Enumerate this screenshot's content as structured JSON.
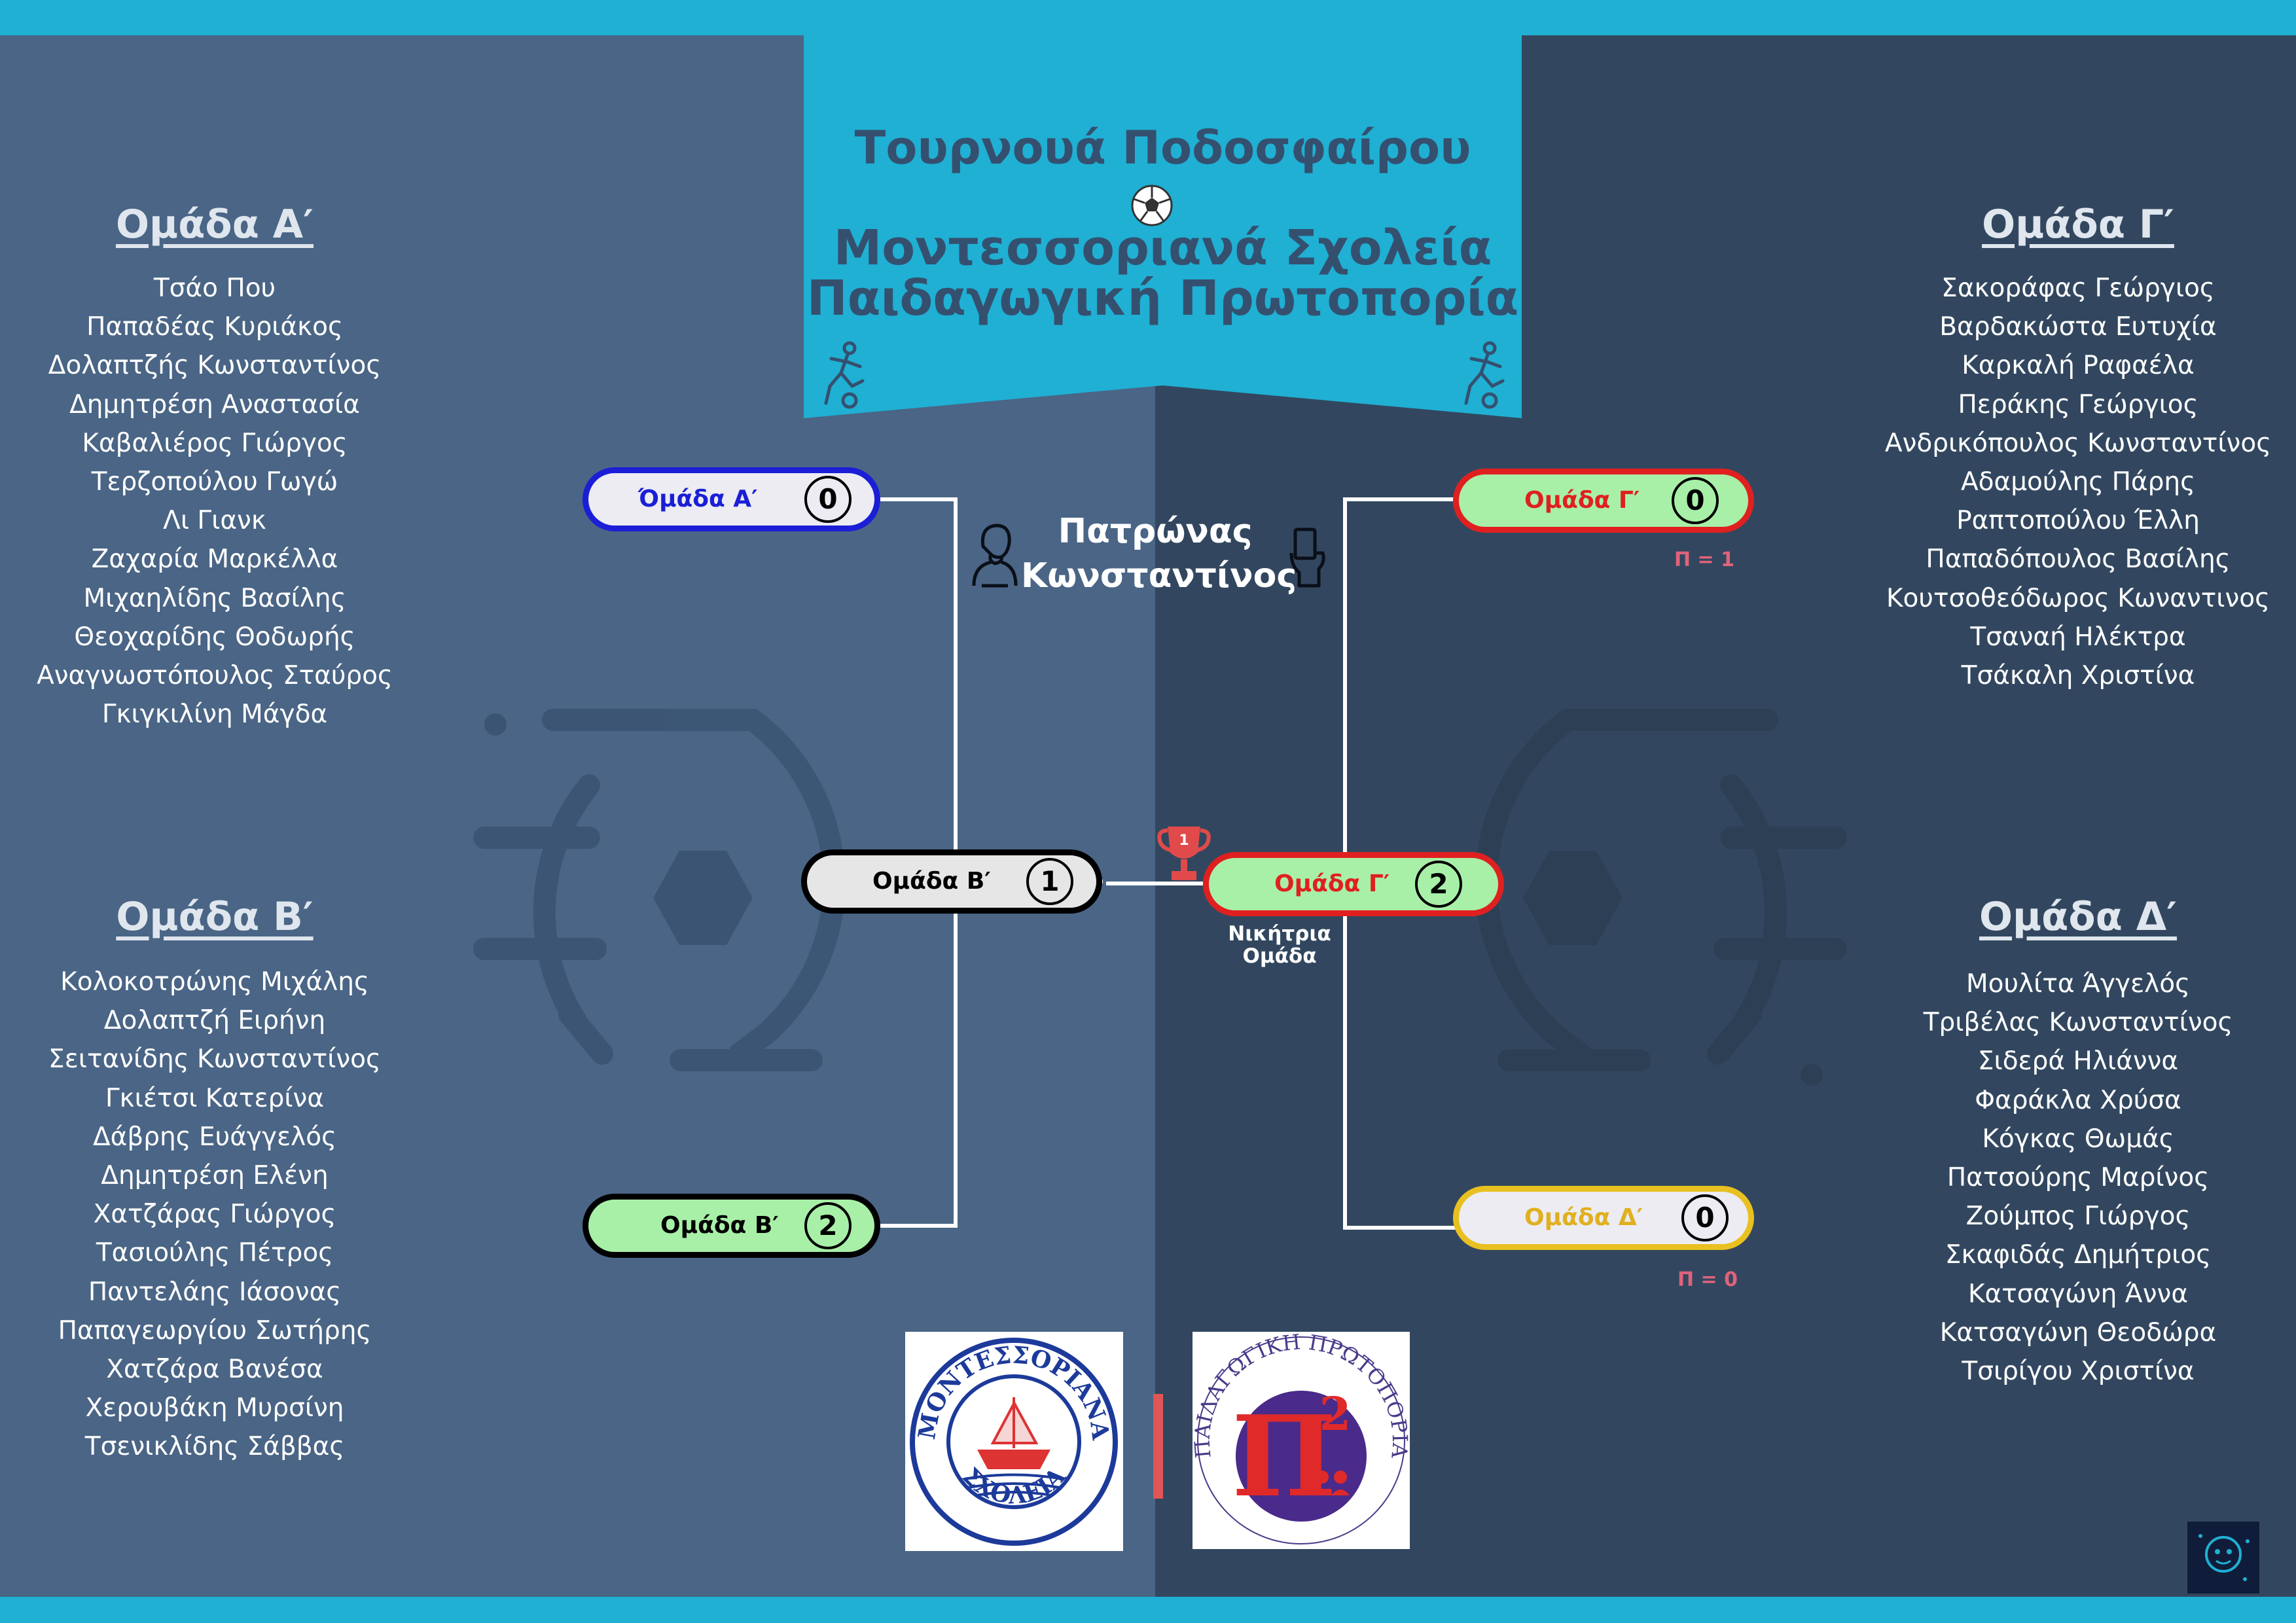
{
  "title": {
    "line1": "Τουρνουά Ποδοσφαίρου",
    "line2": "Μοντεσσοριανά Σχολεία",
    "line3": "Παιδαγωγική Πρωτοπορία"
  },
  "groups": {
    "a": {
      "heading": "Ομάδα Α′",
      "players": [
        "Τσάο Που",
        "Παπαδέας Κυριάκος",
        "Δολαπτζής Κωνσταντίνος",
        "Δημητρέση Αναστασία",
        "Καβαλιέρος Γιώργος",
        "Τερζοπούλου Γωγώ",
        "Λι Γιανκ",
        "Ζαχαρία Μαρκέλλα",
        "Μιχαηλίδης Βασίλης",
        "Θεοχαρίδης Θοδωρής",
        "Αναγνωστόπουλος Σταύρος",
        "Γκιγκιλίνη Μάγδα"
      ]
    },
    "b": {
      "heading": "Ομάδα Β′",
      "players": [
        "Κολοκοτρώνης Μιχάλης",
        "Δολαπτζή Ειρήνη",
        "Σειτανίδης Κωνσταντίνος",
        "Γκιέτσι Κατερίνα",
        "Δάβρης Ευάγγελός",
        "Δημητρέση Ελένη",
        "Χατζάρας Γιώργος",
        "Τασιούλης Πέτρος",
        "Παντελάης Ιάσονας",
        "Παπαγεωργίου Σωτήρης",
        "Χατζάρα Βανέσα",
        "Χερουβάκη Μυρσίνη",
        "Τσενικλίδης Σάββας"
      ]
    },
    "c": {
      "heading": "Ομάδα Γ′",
      "players": [
        "Σακοράφας Γεώργιος",
        "Βαρδακώστα Ευτυχία",
        "Καρκαλή Ραφαέλα",
        "Περάκης Γεώργιος",
        "Ανδρικόπουλος Κωνσταντίνος",
        "Αδαμούλης Πάρης",
        "Ραπτοπούλου Έλλη",
        "Παπαδόπουλος Βασίλης",
        "Κουτσοθεόδωρος Κωναντινος",
        "Τσαναή Ηλέκτρα",
        "Τσάκαλη Χριστίνα"
      ]
    },
    "d": {
      "heading": "Ομάδα Δ′",
      "players": [
        "Μουλίτα Άγγελός",
        "Τριβέλας Κωνσταντίνος",
        "Σιδερά Ηλιάννα",
        "Φαράκλα Χρύσα",
        "Κόγκας Θωμάς",
        "Πατσούρης Μαρίνος",
        "Ζούμπος Γιώργος",
        "Σκαφιδάς Δημήτριος",
        "Κατσαγώνη Άννα",
        "Κατσαγώνη Θεοδώρα",
        "Τσιρίγου Χριστίνα"
      ]
    }
  },
  "bracket": {
    "semi1_top": {
      "label": "Όμάδα Α′",
      "score": "0",
      "color": "#1a1fd6",
      "fill": "#ececf2"
    },
    "semi1_bottom": {
      "label": "Ομάδα Β′",
      "score": "2",
      "color": "#000000",
      "fill": "#a8f0a8"
    },
    "semi2_top": {
      "label": "Ομάδα Γ′",
      "score": "0",
      "color": "#e02020",
      "fill": "#a8f0a8",
      "penalties": "Π = 1"
    },
    "semi2_bottom": {
      "label": "Ομάδα Δ′",
      "score": "0",
      "color": "#e0b020",
      "fill": "#ececf2",
      "penalties": "Π = 0"
    },
    "final_left": {
      "label": "Ομάδα Β′",
      "score": "1",
      "color": "#000000",
      "fill": "#e6e6e6"
    },
    "final_right": {
      "label": "Ομάδα Γ′",
      "score": "2",
      "color": "#e02020",
      "fill": "#a8f0a8"
    },
    "winner_label_1": "Νικήτρια",
    "winner_label_2": "Ομάδα",
    "trophy_rank": "1"
  },
  "patron": {
    "line1": "Πατρώνας",
    "line2": "Κωνσταντίνος"
  },
  "logos": {
    "left_text_top": "ΜΟΝΤΕΣΣΟΡΙΑΝΑ",
    "left_text_bottom": "ΣΧΟΛΕΙΑ",
    "right_text": "ΠΑΙΔΑΓΩΓΙΚΗ ΠΡΩΤΟΠΟΡΙΑ",
    "right_mark": "Π",
    "right_sup": "2"
  },
  "colors": {
    "accent": "#1fb0d4",
    "left_panel": "#4a6585",
    "right_panel": "#32475f",
    "title": "#35506f",
    "penalty": "#e0637a"
  }
}
